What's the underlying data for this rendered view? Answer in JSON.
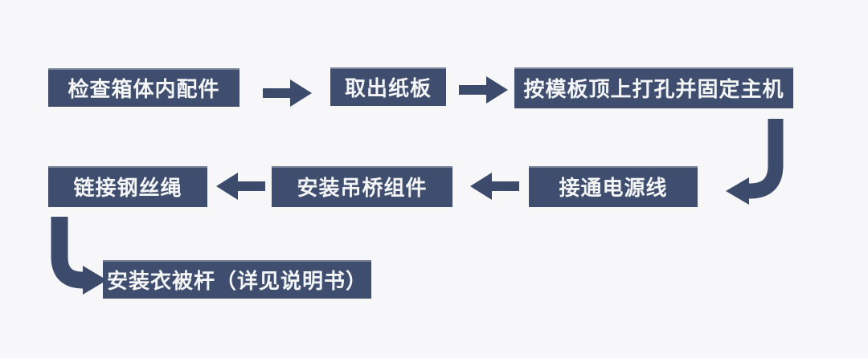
{
  "theme": {
    "background": "#f7f7f9",
    "box_fill": "#3f4e6e",
    "box_text": "#f4f5f7",
    "arrow_fill": "#3c4b6c"
  },
  "flowchart": {
    "steps": [
      {
        "id": 1,
        "label": "检查箱体内配件"
      },
      {
        "id": 2,
        "label": "取出纸板"
      },
      {
        "id": 3,
        "label": "按模板顶上打孔并固定主机"
      },
      {
        "id": 4,
        "label": "接通电源线"
      },
      {
        "id": 5,
        "label": "安装吊桥组件"
      },
      {
        "id": 6,
        "label": "链接钢丝绳"
      },
      {
        "id": 7,
        "label": "安装衣被杆（详见说明书）"
      }
    ],
    "connections": [
      {
        "from": 1,
        "to": 2,
        "shape": "straight",
        "direction": "right"
      },
      {
        "from": 2,
        "to": 3,
        "shape": "straight",
        "direction": "right"
      },
      {
        "from": 3,
        "to": 4,
        "shape": "elbow",
        "direction": "down-then-left"
      },
      {
        "from": 4,
        "to": 5,
        "shape": "straight",
        "direction": "left"
      },
      {
        "from": 5,
        "to": 6,
        "shape": "straight",
        "direction": "left"
      },
      {
        "from": 6,
        "to": 7,
        "shape": "elbow",
        "direction": "down-then-right"
      }
    ]
  }
}
